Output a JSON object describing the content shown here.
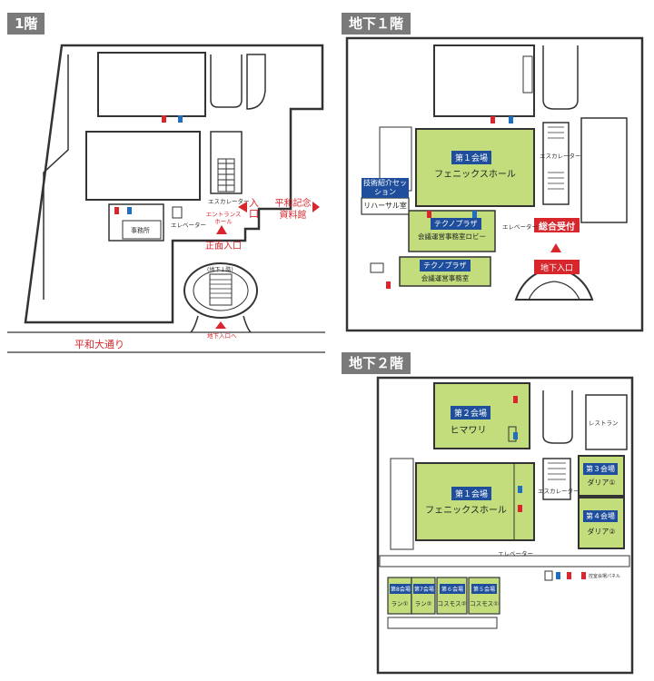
{
  "floors": {
    "f1": {
      "title": "1階",
      "labels": {
        "escalator": "エスカレーター",
        "entrance_hall": "エントランスホール",
        "elevator": "エレベーター",
        "jimusho": "事務所",
        "main_entrance": "正面入口",
        "entrance": "入口",
        "museum": "平和記念資料館",
        "basement_b1": "(地下１階)",
        "to_basement": "地下入口へ",
        "street": "平和大通り"
      }
    },
    "b1": {
      "title": "地下１階",
      "labels": {
        "hall1_tag": "第１会場",
        "hall1_name": "フェニックスホール",
        "tech_tag": "技術紹介セッション",
        "rehearsal": "リハーサル室",
        "technoplaza1_tag": "テクノプラザ",
        "lobby": "会議運営事務室ロビー",
        "technoplaza2_tag": "テクノプラザ",
        "office": "会議運営事務室",
        "escalator": "エスカレーター",
        "elevator": "エレベーター",
        "reception": "総合受付",
        "basement_entrance": "地下入口"
      }
    },
    "b2": {
      "title": "地下２階",
      "labels": {
        "hall2_tag": "第２会場",
        "hall2_name": "ヒマワリ",
        "restaurant": "レストラン",
        "hall3_tag": "第３会場",
        "hall3_name": "ダリア①",
        "hall1_tag": "第１会場",
        "hall1_name": "フェニックスホール",
        "escalator": "エスカレーター",
        "hall4_tag": "第４会場",
        "hall4_name": "ダリア②",
        "elevator": "エレベーター",
        "hall8_tag": "第8会場",
        "hall8_name": "ラン①",
        "hall7_tag": "第7会場",
        "hall7_name": "ラン②",
        "hall6_tag": "第６会場",
        "hall6_name": "コスモス②",
        "hall5_tag": "第５会場",
        "hall5_name": "コスモス①",
        "small_room": "控室会場パネル"
      }
    }
  },
  "colors": {
    "room_green": "#c3dd7d",
    "tag_blue": "#1f4f9c",
    "label_red": "#d7272c",
    "tag_gray": "#7a7a7a"
  }
}
